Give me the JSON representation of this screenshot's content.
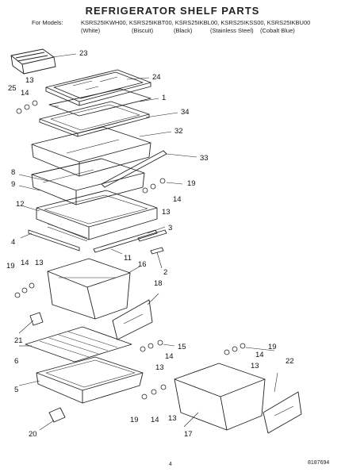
{
  "title": "REFRIGERATOR SHELF PARTS",
  "models": {
    "label": "For Models:",
    "codes": "KSRS25IKWH00, KSRS25IKBT00, KSRS25IKBL00, KSRS25IKSS00, KSRS25IKBU00",
    "colors": [
      "(White)",
      "(Biscuit)",
      "(Black)",
      "(Stainless Steel)",
      "(Cobalt Blue)"
    ]
  },
  "callouts": [
    "23",
    "24",
    "25",
    "13",
    "14",
    "1",
    "34",
    "32",
    "33",
    "8",
    "9",
    "19",
    "14",
    "13",
    "12",
    "3",
    "4",
    "11",
    "16",
    "2",
    "19",
    "14",
    "13",
    "18",
    "21",
    "15",
    "14",
    "13",
    "19",
    "14",
    "13",
    "6",
    "5",
    "22",
    "19",
    "14",
    "13",
    "20",
    "17"
  ],
  "footer": {
    "page_number": "4",
    "doc_number": "8187694"
  }
}
